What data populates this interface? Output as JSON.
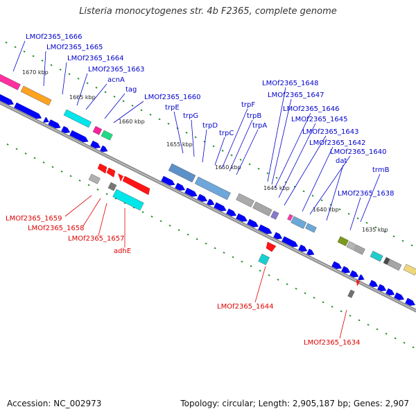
{
  "title": "Listeria monocytogenes str. 4b F2365, complete genome",
  "footer": {
    "accession": "Accession: NC_002973",
    "summary": "Topology: circular; Length: 2,905,187 bp; Genes: 2,907"
  },
  "colors": {
    "forward_label": "#0000cc",
    "reverse_label": "#dd0000",
    "backbone": "#8c8c8c",
    "tick_dot": "#1a8a1a",
    "cds_arrow": "#0000ff"
  },
  "scale_labels": [
    "1670 kbp",
    "1665 kbp",
    "1660 kbp",
    "1655 kbp",
    "1650 kbp",
    "1645 kbp",
    "1640 kbp",
    "1635 kbp"
  ],
  "forward_gene_labels": [
    "LMOf2365_1666",
    "LMOf2365_1665",
    "LMOf2365_1664",
    "LMOf2365_1663",
    "acnA",
    "tag",
    "LMOf2365_1660",
    "trpE",
    "trpG",
    "trpD",
    "trpC",
    "trpF",
    "trpB",
    "trpA",
    "LMOf2365_1648",
    "LMOf2365_1647",
    "LMOf2365_1646",
    "LMOf2365_1645",
    "LMOf2365_1643",
    "LMOf2365_1642",
    "LMOf2365_1640",
    "dat",
    "trmB",
    "LMOf2365_1638"
  ],
  "reverse_gene_labels": [
    "LMOf2365_1659",
    "LMOf2365_1658",
    "LMOf2365_1657",
    "adhE",
    "LMOf2365_1644",
    "LMOf2365_1634"
  ],
  "forward_feature_colors": [
    "#ff2fa0",
    "#ffa21f",
    "#00e6ea",
    "#ff1f9a",
    "#1fdc84",
    "#5c90c8",
    "#6da7dc",
    "#aaaaaa",
    "#a6a6a6",
    "#8a7acc",
    "#ff3aa8",
    "#6aa8d8",
    "#7a9a1a",
    "#b5b5b5",
    "#a5a5a5",
    "#21cccc",
    "#4a4a4a",
    "#eed77d"
  ],
  "reverse_feature_colors": [
    "#ff1515",
    "#b0b0b0",
    "#00e6ea",
    "#ff1515",
    "#15d0d0",
    "#ff1515",
    "#707070"
  ]
}
